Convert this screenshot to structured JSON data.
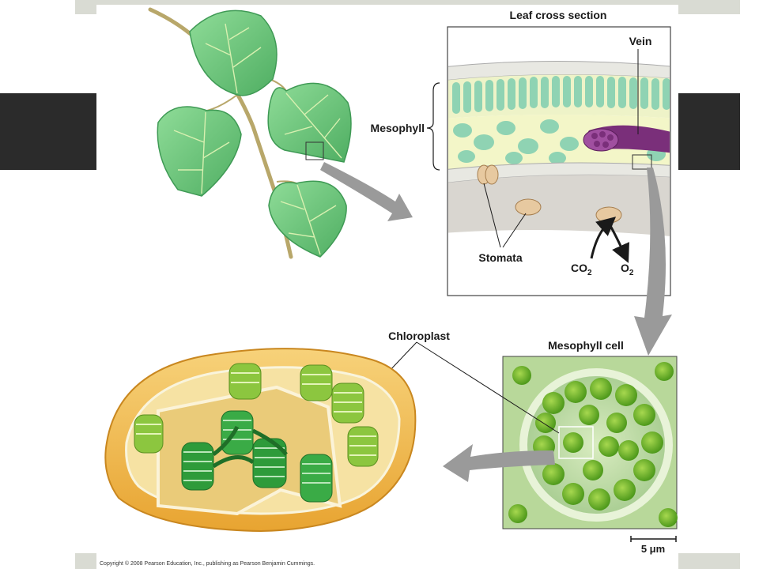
{
  "labels": {
    "leaf_cross_section": "Leaf cross section",
    "vein": "Vein",
    "mesophyll": "Mesophyll",
    "stomata": "Stomata",
    "co2": "CO",
    "co2_sub": "2",
    "o2": "O",
    "o2_sub": "2",
    "chloroplast": "Chloroplast",
    "mesophyll_cell": "Mesophyll cell",
    "scale_bar": "5 μm"
  },
  "copyright": "Copyright © 2008 Pearson Education, Inc., publishing as Pearson Benjamin Cummings.",
  "colors": {
    "leaf": "#7fcf8a",
    "leaf_dark": "#3f9a55",
    "stem": "#b8a76a",
    "arrow": "#9a9a9a",
    "vein": "#7a2f7a",
    "chloroplast_outer": "#f2b84a",
    "grana": "#2e9b3a"
  }
}
